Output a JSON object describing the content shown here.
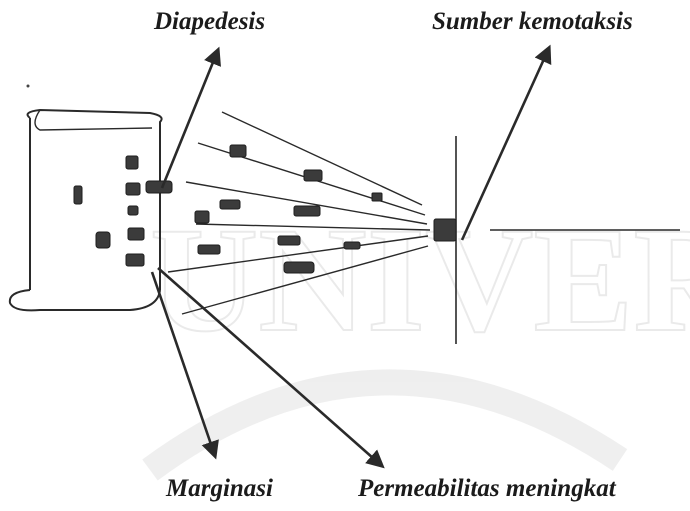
{
  "labels": {
    "diapedesis": "Diapedesis",
    "sumber_kemotaksis": "Sumber kemotaksis",
    "marginasi": "Marginasi",
    "permeabilitas_meningkat": "Permeabilitas meningkat"
  },
  "watermark": {
    "text": "UNIVERS",
    "color": "#c4c4c4"
  },
  "colors": {
    "line": "#2a2a2a",
    "cell": "#3b3b3b"
  }
}
